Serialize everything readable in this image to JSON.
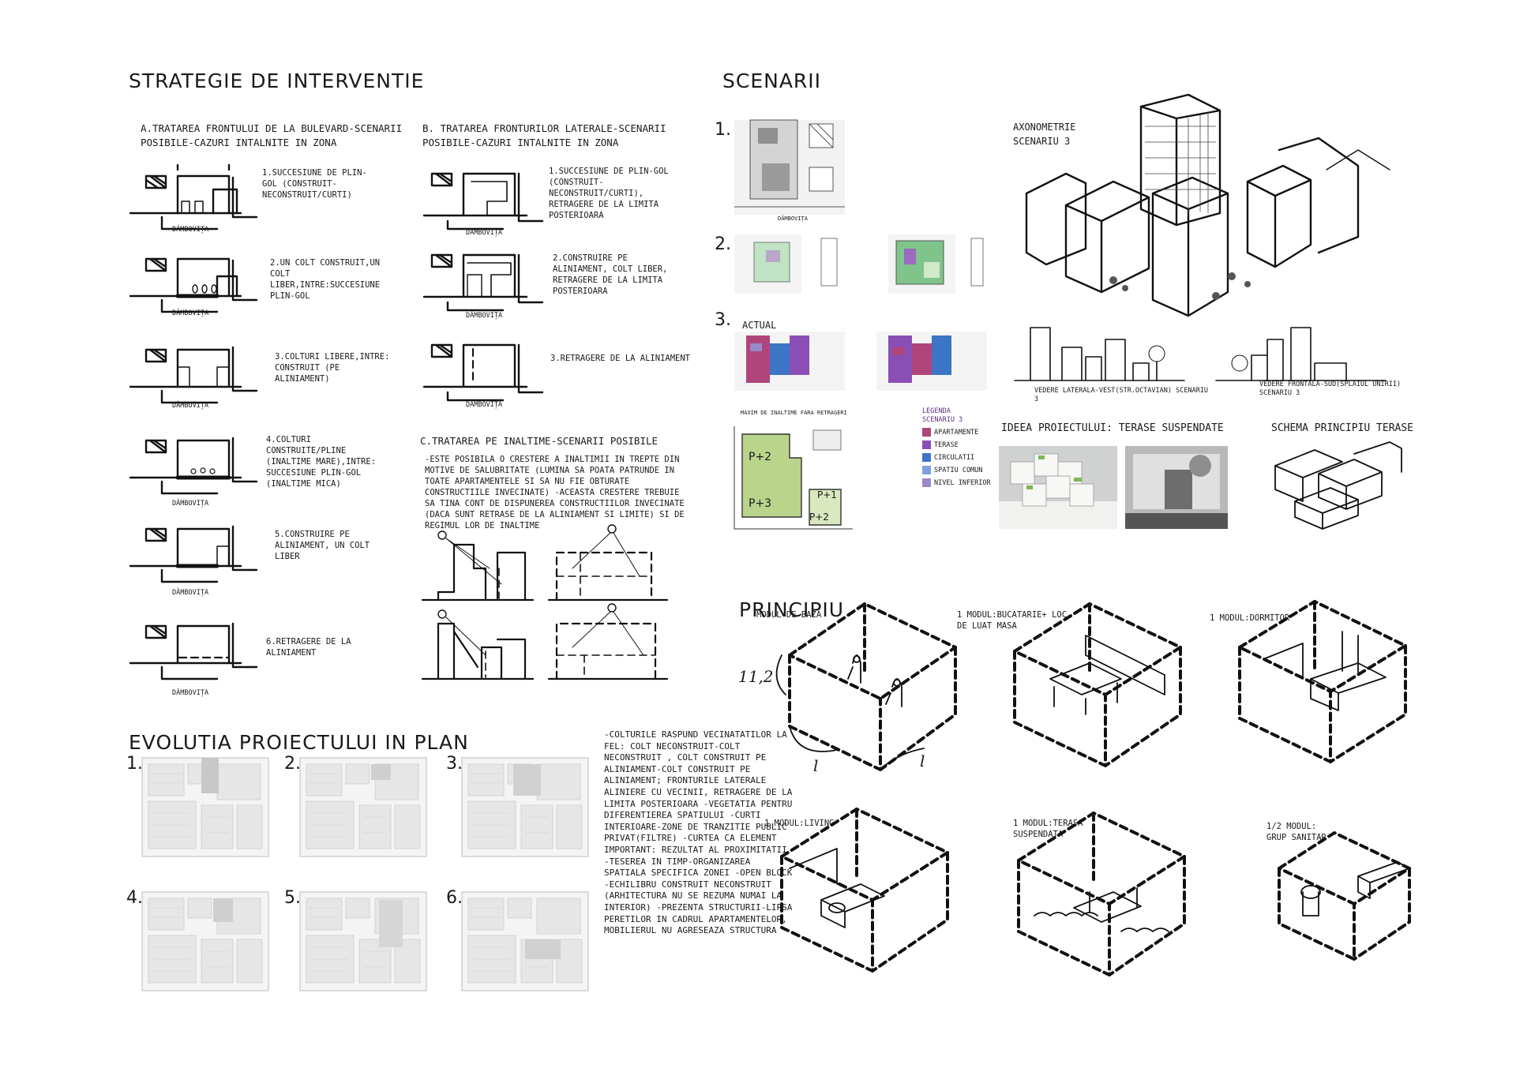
{
  "headings": {
    "strategie": "STRATEGIE DE INTERVENTIE",
    "scenarii": "SCENARII",
    "evolutia": "EVOLUTIA PROIECTULUI IN PLAN",
    "principiu": "PRINCIPIU",
    "ideea": "IDEEA PROIECTULUI: TERASE SUSPENDATE",
    "schema": "SCHEMA PRINCIPIU TERASE",
    "axonometrie": "AXONOMETRIE\nSCENARIU 3"
  },
  "section_a": {
    "title": "A.TRATAREA FRONTULUI DE LA BULEVARD-SCENARII POSIBILE-CAZURI INTALNITE IN ZONA",
    "street_label": "Dâmbovița",
    "cases": [
      "1.SUCCESIUNE DE PLIN-GOL (CONSTRUIT-NECONSTRUIT/CURTI)",
      "2.UN COLT CONSTRUIT,UN COLT LIBER,INTRE:SUCCESIUNE PLIN-GOL",
      "3.COLTURI LIBERE,INTRE: CONSTRUIT (PE ALINIAMENT)",
      "4.COLTURI CONSTRUITE/PLINE (INALTIME MARE),INTRE: SUCCESIUNE PLIN-GOL (INALTIME MICA)",
      "5.CONSTRUIRE PE ALINIAMENT, UN COLT LIBER",
      "6.RETRAGERE DE LA ALINIAMENT"
    ]
  },
  "section_b": {
    "title": "B. TRATAREA FRONTURILOR LATERALE-SCENARII POSIBILE-CAZURI INTALNITE IN ZONA",
    "cases": [
      "1.SUCCESIUNE DE PLIN-GOL (CONSTRUIT-NECONSTRUIT/CURTI), RETRAGERE DE LA LIMITA POSTERIOARA",
      "2.CONSTRUIRE PE ALINIAMENT, COLT LIBER, RETRAGERE DE LA LIMITA POSTERIOARA",
      "3.RETRAGERE DE LA ALINIAMENT"
    ]
  },
  "section_c": {
    "title": "C.TRATAREA PE INALTIME-SCENARII POSIBILE",
    "text": "-ESTE POSIBILA O CRESTERE A INALTIMII IN TREPTE DIN MOTIVE DE SALUBRITATE (LUMINA SA POATA PATRUNDE IN TOATE APARTAMENTELE SI SA NU FIE OBTURATE CONSTRUCTIILE INVECINATE) -ACEASTA CRESTERE TREBUIE SA TINA CONT DE DISPUNEREA CONSTRUCTIILOR INVECINATE (DACA SUNT RETRASE DE LA ALINIAMENT SI LIMITE) SI DE REGIMUL LOR DE INALTIME"
  },
  "scenarii": {
    "num1": "1.",
    "num2": "2.",
    "num3": "3.",
    "actual": "ACTUAL",
    "street": "Dâmbovița",
    "maxim": "MAXIM DE INALTIME FARA RETRAGERI",
    "levels": [
      "P+2",
      "P+3",
      "P+1",
      "P+2"
    ]
  },
  "legend": {
    "title": "LEGENDA SCENARIU 3",
    "items": [
      {
        "label": "APARTAMENTE",
        "color": "#b0457c"
      },
      {
        "label": "TERASE",
        "color": "#8a4fb4"
      },
      {
        "label": "CIRCULATII",
        "color": "#3c74c6"
      },
      {
        "label": "SPATIU COMUN",
        "color": "#7fa0dc"
      },
      {
        "label": "NIVEL INFERIOR",
        "color": "#9a88c8"
      }
    ]
  },
  "vederi": {
    "lateral": "VEDERE LATERALA-VEST(STR.OCTAVIAN) SCENARIU 3",
    "frontal": "VEDERE FRONTALA-SUD(SPLAIUL UNIRII) SCENARIU 3"
  },
  "evolutia": {
    "nums": [
      "1.",
      "2.",
      "3.",
      "4.",
      "5.",
      "6."
    ],
    "notes": "-COLTURILE RASPUND VECINATATILOR LA FEL: COLT NECONSTRUIT-COLT NECONSTRUIT , COLT CONSTRUIT PE ALINIAMENT-COLT CONSTRUIT PE ALINIAMENT; FRONTURILE LATERALE ALINIERE CU VECINII, RETRAGERE DE LA LIMITA POSTERIOARA -VEGETATIA PENTRU DIFERENTIEREA SPATIULUI -CURTI INTERIOARE-ZONE DE TRANZITIE PUBLIC PRIVAT(FILTRE) -CURTEA CA ELEMENT IMPORTANT: REZULTAT AL PROXIMITATII -TESEREA IN TIMP-ORGANIZAREA SPATIALA SPECIFICA ZONEI -OPEN BLOCK -ECHILIBRU CONSTRUIT NECONSTRUIT (ARHITECTURA NU SE REZUMA NUMAI LA INTERIOR) -PREZENTA STRUCTURII-LIPSA PERETILOR IN CADRUL APARTAMENTELOR, MOBILIERUL NU AGRESEAZA STRUCTURA"
  },
  "principiu": {
    "modules": [
      "MODUL DE BAZA",
      "1 MODUL:BUCATARIE+ LOC DE LUAT MASA",
      "1 MODUL:DORMITOR",
      "1 MODUL:LIVING",
      "1 MODUL:TERASA SUSPENDATA",
      "1/2 MODUL: GRUP SANITAR"
    ],
    "dim_label": "11,2",
    "l_label": "l"
  },
  "colors": {
    "ink": "#111111",
    "green": "#b9d58c",
    "pink": "#b0457c",
    "purple": "#8a4fb4",
    "blue": "#3c74c6",
    "lightblue": "#7fa0dc",
    "mint": "#bfe3c4"
  }
}
